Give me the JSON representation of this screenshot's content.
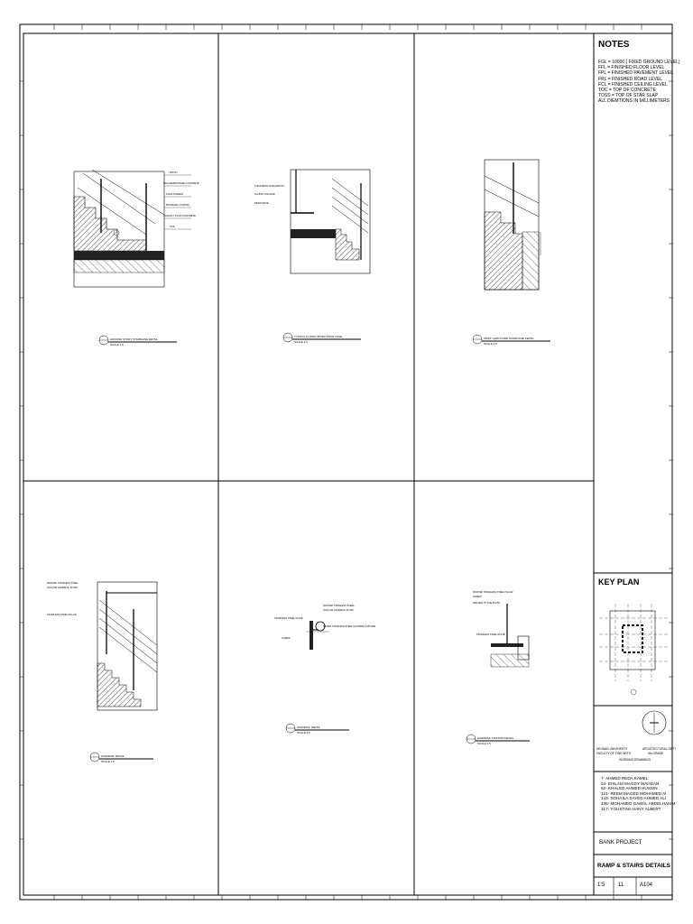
{
  "notes": {
    "title": "NOTES",
    "items": [
      "FGL = 10000 ( FIXED GROUND LEVEL)",
      "FFL = FINISHED FLOOR LEVEL",
      "FPL = FINISHED PAVEMENT LEVEL",
      "FRL = FINISHED ROAD LEVEL",
      "FCL = FINISHED CEILING LEVEL",
      "TOC = TOP OF CONCRETE",
      "TOSS = TOP OF STAR SLAP",
      "ALL DIEMTIONS IN MILLIMETERS"
    ]
  },
  "key_plan": {
    "title": "KEY PLAN"
  },
  "title_block": {
    "university": "HELWAN UNIVERSITY",
    "faculty": "FACULTY OF FINE ARTS",
    "department": "ARCHITECTURAL DEPT",
    "grade": "5th GRADE",
    "drawing_type": "WORKING DRAWINGS",
    "members": [
      "7- AHMED REDA KAMEL",
      "24- EISLAM MAGDY WAHDAN",
      "62- KHALED AHMED HUSSIN",
      "121- REEM MAGED MOHAMED Al",
      "143- SOHAILA SAYED AHMED ALI",
      "235- MOHAMED GAMAL ABDELHAKIM",
      "317- YOUSTINA HANY ALBERT"
    ],
    "project": "BANK PROJECT",
    "sheet_title": "RAMP & STAIRS DETAILS",
    "scale": "1:5",
    "sheet_no": "11",
    "code": "A104"
  },
  "details": [
    {
      "title": "GROUND STORY STAIRCASE DETAIL",
      "scale": "SCALE 1:5",
      "labels": [
        "EPOXY",
        "HIGH REINFORCED CONCRETE",
        "SUGA SCREED",
        "BITUMINAL COATING",
        "SLIGHTLY PLAIN CONCRETE",
        "SOIL"
      ]
    },
    {
      "title": "TYPICAL FLOOR UPPER STAIR CASE",
      "scale": "SCALE 1:5",
      "labels": [
        "THICKNESS 50 MM EPOXY",
        "SLAB BY ANCHOR",
        "RESIN BASE"
      ]
    },
    {
      "title": "FIRST LAND FIXED STAIRCASE DETAIL",
      "scale": "SCALE 1:5",
      "labels": []
    },
    {
      "title": "HANDRAIL DETAIL",
      "scale": "SCALE 1:5",
      "labels": [
        "PAINTED STAINLESS STEEL",
        "HOLLOW HANDRAIL 50 MM",
        "STAINLESS STEEL PILLAR"
      ]
    },
    {
      "title": "HANDRAIL DETAIL",
      "scale": "SCALE 1:5",
      "labels": [
        "STAINLESS STEEL PLATE",
        "PAINTED STAINLESS STEEL",
        "HOLLOW HANDRAIL 50 MM",
        "SILVER STAINLESS STEEL HANDRAIL FIXTURE",
        "SCREW"
      ]
    },
    {
      "title": "HANDRAIL FIXATION DETAIL",
      "scale": "SCALE 1:5",
      "labels": [
        "PAINTED STAINLESS STEEL PILLAR",
        "SCREW",
        "WELDED TO THE PLATE",
        "STAINLESS STEEL PLATE"
      ]
    }
  ]
}
